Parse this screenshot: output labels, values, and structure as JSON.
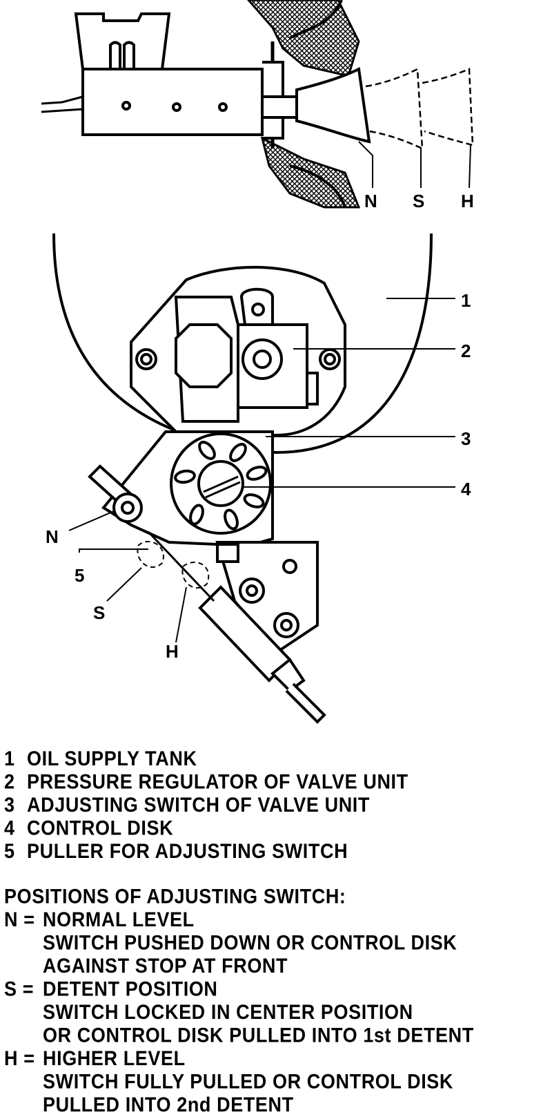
{
  "diagram": {
    "top_labels": {
      "n": "N",
      "s": "S",
      "h": "H"
    },
    "callouts": {
      "c1": "1",
      "c2": "2",
      "c3": "3",
      "c4": "4",
      "c5": "5",
      "n": "N",
      "s": "S",
      "h": "H"
    }
  },
  "legend": {
    "items": [
      {
        "num": "1",
        "text": "OIL SUPPLY TANK"
      },
      {
        "num": "2",
        "text": "PRESSURE REGULATOR OF VALVE UNIT"
      },
      {
        "num": "3",
        "text": "ADJUSTING SWITCH OF VALVE UNIT"
      },
      {
        "num": "4",
        "text": "CONTROL DISK"
      },
      {
        "num": "5",
        "text": "PULLER FOR ADJUSTING SWITCH"
      }
    ],
    "positions_heading": "POSITIONS OF ADJUSTING SWITCH:",
    "positions": [
      {
        "key": "N =",
        "title": "NORMAL LEVEL",
        "lines": [
          "SWITCH PUSHED DOWN OR CONTROL DISK",
          "AGAINST STOP AT FRONT"
        ]
      },
      {
        "key": "S =",
        "title": "DETENT POSITION",
        "lines": [
          "SWITCH LOCKED IN CENTER POSITION",
          "OR CONTROL DISK PULLED INTO 1st DETENT"
        ]
      },
      {
        "key": "H =",
        "title": "HIGHER LEVEL",
        "lines": [
          "SWITCH FULLY PULLED OR CONTROL DISK",
          "PULLED INTO 2nd DETENT"
        ]
      }
    ]
  }
}
